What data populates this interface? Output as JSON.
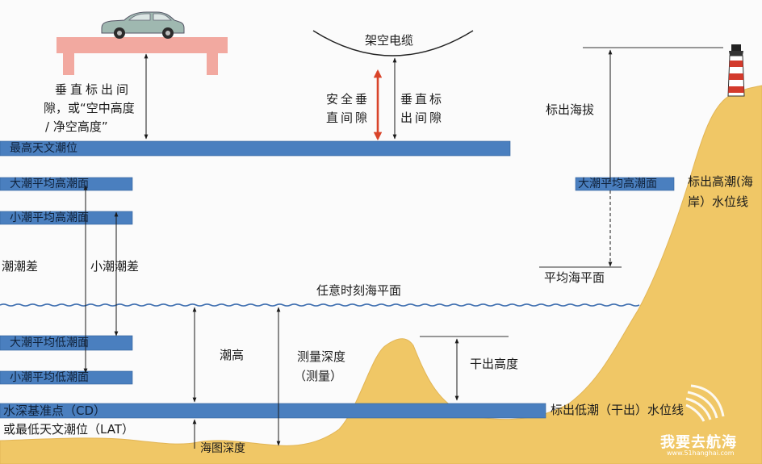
{
  "colors": {
    "band": "#4a7fbf",
    "band_border": "#2f5f99",
    "land": "#f0c766",
    "land_edge": "#e2b555",
    "bridge": "#f2a9a0",
    "arrow_safe": "#d9442a",
    "water_line": "#3f6fb0",
    "car": "#9fb8b0"
  },
  "icons": {
    "car": "car-icon",
    "lighthouse": "lighthouse-icon",
    "logo": "sail-logo-icon"
  },
  "labels": {
    "cable": "架空电缆",
    "bridge_clearance_line1": "垂直标出间",
    "bridge_clearance_line2": "隙，或“空中高度",
    "bridge_clearance_line3": "/ 净空高度”",
    "safe_clearance_line1": "安全垂",
    "safe_clearance_line2": "直间隙",
    "vertical_clearance_line1": "垂直标",
    "vertical_clearance_line2": "出间隙",
    "elevation": "标出海拔",
    "hat_band": "最高天文潮位",
    "mhws_band": "大潮平均高潮面",
    "mhwn_band": "小潮平均高潮面",
    "mhws_right_band": "大潮平均高潮面",
    "coast_line1": "标出高潮(海",
    "coast_line2": "岸）水位线",
    "mean_sea_level": "平均海平面",
    "spring_range": "潮潮差",
    "neap_range": "小潮潮差",
    "any_time_sea": "任意时刻海平面",
    "mlws_band": "大潮平均低潮面",
    "mlwn_band": "小潮平均低潮面",
    "tide_height": "潮高",
    "sounding_line1": "测量深度",
    "sounding_line2": "（测量）",
    "drying_height": "干出高度",
    "chart_datum_band": "水深基准点（CD）",
    "lat": "或最低天文潮位（LAT）",
    "chart_depth": "海图深度",
    "drying_line": "标出低潮（干出）水位线"
  },
  "watermark": {
    "name": "我要去航海",
    "url": "www.51hanghai.com"
  }
}
